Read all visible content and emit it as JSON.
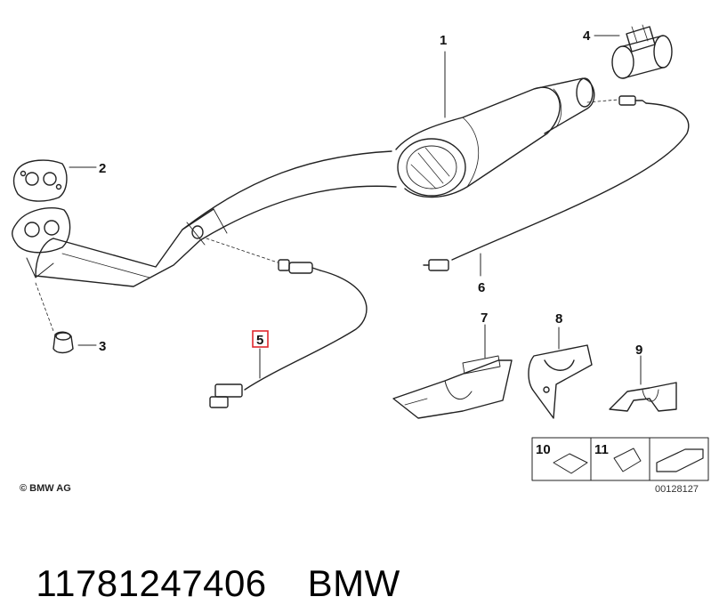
{
  "diagram": {
    "callouts": [
      "1",
      "2",
      "3",
      "4",
      "5",
      "6",
      "7",
      "8",
      "9",
      "10",
      "11"
    ],
    "highlighted_callout": "5",
    "copyright": "© BMW AG",
    "drawing_number": "00128127",
    "highlight_color": "#e0282e"
  },
  "caption": {
    "part_number": "11781247406",
    "brand": "BMW"
  }
}
